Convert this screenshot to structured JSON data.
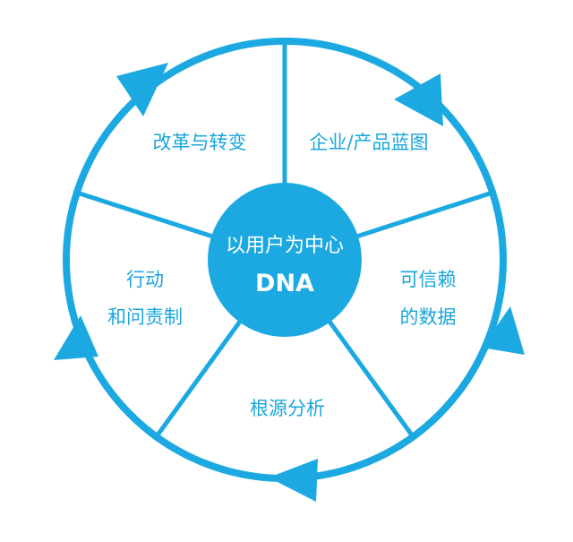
{
  "colors": {
    "accent": "#1ca9e1",
    "text": "#19a6dc",
    "center_fill": "#1ca9e1",
    "center_text": "#ffffff",
    "background": "#ffffff"
  },
  "center": {
    "line1": "以用户为中心",
    "line2": "DNA"
  },
  "segments": [
    {
      "id": "transform",
      "lines": [
        "改革与转变"
      ]
    },
    {
      "id": "blueprint",
      "lines": [
        "企业/产品蓝图"
      ]
    },
    {
      "id": "data",
      "lines": [
        "可信赖",
        "的数据"
      ]
    },
    {
      "id": "root-cause",
      "lines": [
        "根源分析"
      ]
    },
    {
      "id": "action",
      "lines": [
        "行动",
        "和问责制"
      ]
    }
  ]
}
